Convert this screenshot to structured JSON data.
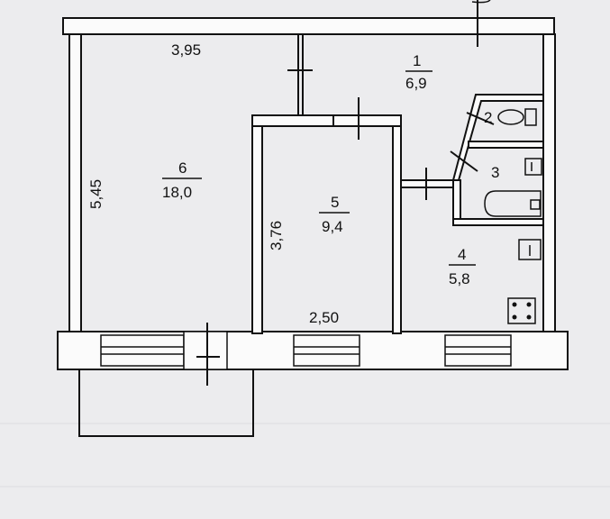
{
  "rooms": [
    {
      "id": "1",
      "area": "6,9"
    },
    {
      "id": "2"
    },
    {
      "id": "3"
    },
    {
      "id": "4",
      "area": "5,8"
    },
    {
      "id": "5",
      "area": "9,4"
    },
    {
      "id": "6",
      "area": "18,0"
    }
  ],
  "dimensions": {
    "top_width": "3,95",
    "left_height": "5,45",
    "room5_height": "3,76",
    "room5_width": "2,50"
  },
  "colors": {
    "background": "#ececee",
    "wall_fill": "#fbfbfb",
    "line": "#111111"
  }
}
